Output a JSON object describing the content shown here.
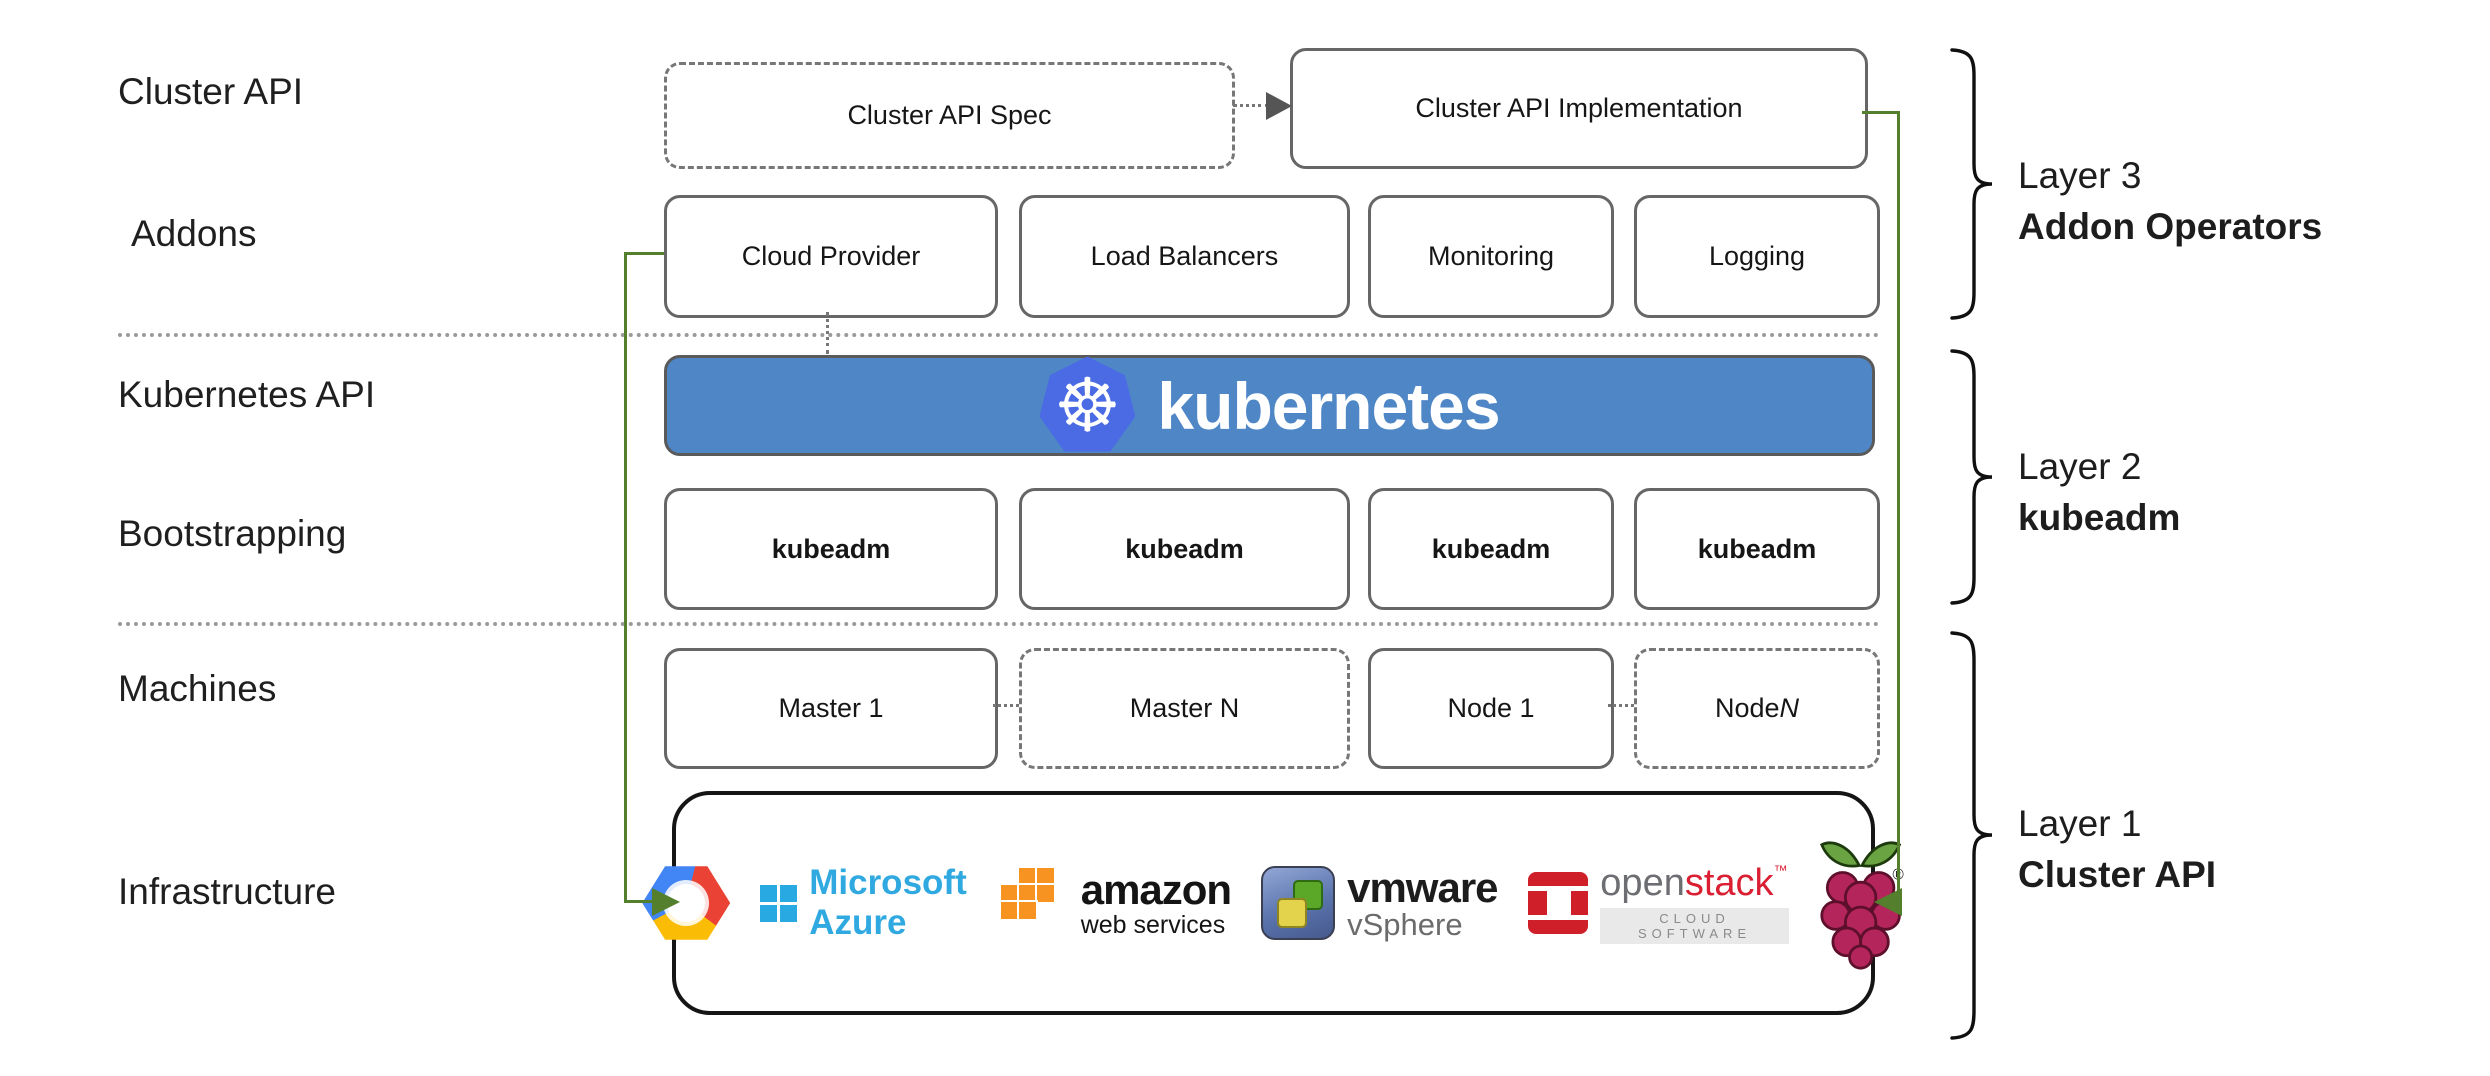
{
  "diagram_title": "Kubernetes Cluster API layered architecture",
  "left_labels": {
    "cluster_api": "Cluster API",
    "addons": "Addons",
    "kubernetes_api": "Kubernetes API",
    "bootstrapping": "Bootstrapping",
    "machines": "Machines",
    "infrastructure": "Infrastructure"
  },
  "top_row": {
    "spec": "Cluster API Spec",
    "implementation": "Cluster API Implementation"
  },
  "addons_row": [
    "Cloud Provider",
    "Load Balancers",
    "Monitoring",
    "Logging"
  ],
  "banner": {
    "text": "kubernetes"
  },
  "bootstrap_row": [
    "kubeadm",
    "kubeadm",
    "kubeadm",
    "kubeadm"
  ],
  "machines_row": {
    "master_1": "Master 1",
    "master_n": "Master N",
    "node_1": "Node 1",
    "node_n_prefix": "Node ",
    "node_n_var": "N"
  },
  "layers": [
    {
      "line1": "Layer 3",
      "line2": "Addon Operators"
    },
    {
      "line1": "Layer 2",
      "line2": "kubeadm"
    },
    {
      "line1": "Layer 1",
      "line2": "Cluster API"
    }
  ],
  "infrastructure_logos": {
    "icons": [
      "google-cloud",
      "microsoft-azure",
      "amazon-web-services",
      "vmware-vsphere",
      "openstack",
      "raspberry-pi"
    ],
    "azure_text": "Microsoft Azure",
    "aws_line1": "amazon",
    "aws_line2": "web services",
    "vmware_line1": "vmware",
    "vmware_line2": "vSphere",
    "openstack_open": "open",
    "openstack_stack": "stack",
    "openstack_tm": "™",
    "openstack_sub": "CLOUD SOFTWARE",
    "pi_registered": "®"
  },
  "colors": {
    "banner_bg": "#4e86c6",
    "k8s_logo_hex": "#4a6be4",
    "arrow_green": "#54802e",
    "box_border_gray": "#666666",
    "azure_blue": "#2fa9e0",
    "aws_orange": "#f79421",
    "openstack_red": "#da1f33",
    "raspberry_crimson": "#b3255b",
    "leaf_green": "#6aa341"
  }
}
